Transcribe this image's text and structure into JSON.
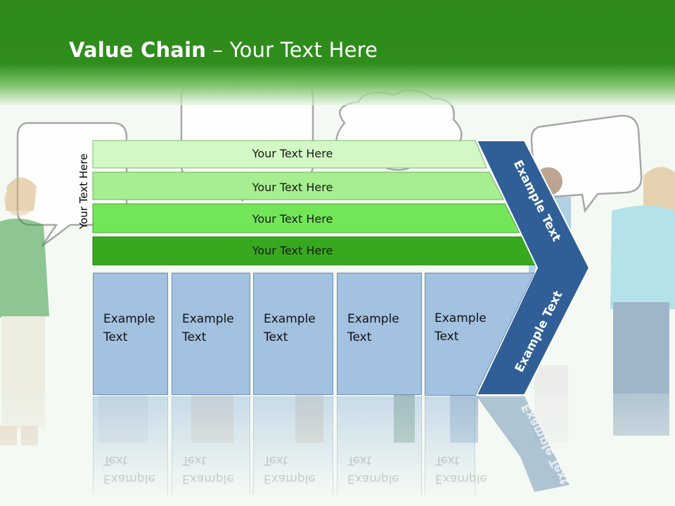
{
  "slide": {
    "title_bold": "Value Chain",
    "title_rest": " – Your Text Here",
    "vertical_label": "Your Text Here",
    "bars": [
      {
        "label": "Your Text Here",
        "color": "#d3f7c5"
      },
      {
        "label": "Your Text Here",
        "color": "#a6ee8f"
      },
      {
        "label": "Your Text Here",
        "color": "#72e657"
      },
      {
        "label": "Your Text Here",
        "color": "#38a81f"
      }
    ],
    "columns": [
      {
        "line1": "Example",
        "line2": "Text"
      },
      {
        "line1": "Example",
        "line2": "Text"
      },
      {
        "line1": "Example",
        "line2": "Text"
      },
      {
        "line1": "Example",
        "line2": "Text"
      },
      {
        "line1": "Example",
        "line2": "Text"
      }
    ],
    "chevron_upper_text": "Example Text",
    "chevron_lower_text": "Example Text",
    "colors": {
      "header_green": "#2e8b1a",
      "column_blue": "#a3c1e0",
      "chevron_blue": "#2f5f96"
    }
  }
}
